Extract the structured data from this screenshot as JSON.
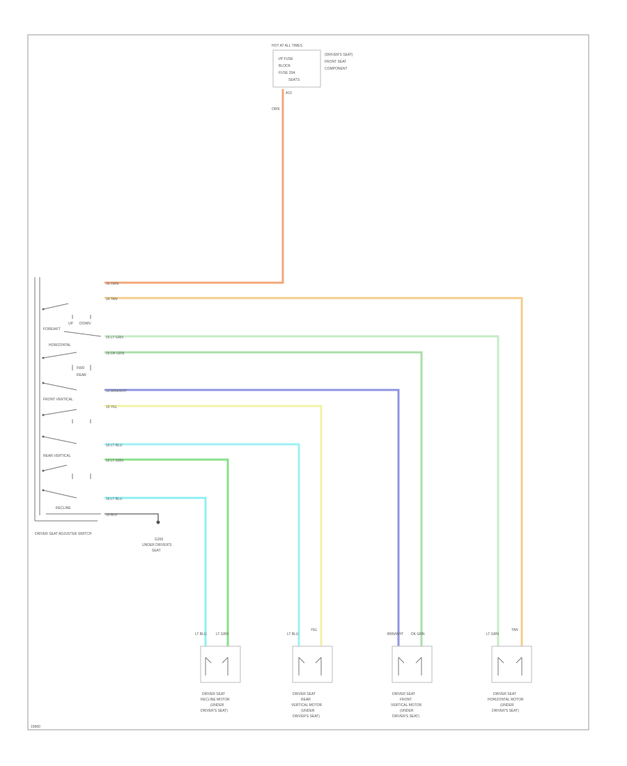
{
  "fuse_block": {
    "header": "HOT AT ALL TIMES",
    "lines": [
      "I/P FUSE",
      "BLOCK",
      "FUSE 20A",
      "SEATS"
    ],
    "notes": [
      "(DRIVER'S SEAT)",
      "FRONT SEAT",
      "COMPONENT"
    ],
    "terminal": "A10",
    "wire": "ORN"
  },
  "wires": [
    {
      "label": "16 ORN",
      "color": "#f4a77a"
    },
    {
      "label": "16 TAN",
      "color": "#f3cd8c"
    },
    {
      "label": "16 LT GRN",
      "color": "#c6ecc6"
    },
    {
      "label": "16 DK GRN",
      "color": "#a9dfa9"
    },
    {
      "label": "16 BRN/WHT",
      "color": "#8f96df"
    },
    {
      "label": "16 YEL",
      "color": "#f2f2a8"
    },
    {
      "label": "16 LT BLU",
      "color": "#9ff0f5"
    },
    {
      "label": "16 LT GRN",
      "color": "#88e088"
    },
    {
      "label": "16 LT BLU",
      "color": "#8ff0f2"
    },
    {
      "label": "16 BLK",
      "color": "#777777"
    }
  ],
  "switch": {
    "title": "DRIVER SEAT ADJUSTER SWITCH",
    "labels": [
      "FORE/AFT",
      "HORIZONTAL",
      "FRONT VERTICAL",
      "REAR VERTICAL",
      "RECLINE"
    ],
    "contact_labels": [
      "UP",
      "DOWN",
      "FWD",
      "REAR"
    ]
  },
  "ground": {
    "lines": [
      "G200",
      "UNDER DRIVER'S",
      "SEAT"
    ]
  },
  "motors": [
    {
      "lines": [
        "DRIVER SEAT",
        "RECLINE MOTOR",
        "(UNDER",
        "DRIVER'S SEAT)"
      ],
      "wires": [
        "LT BLU",
        "LT GRN"
      ]
    },
    {
      "lines": [
        "DRIVER SEAT",
        "REAR",
        "VERTICAL MOTOR",
        "(UNDER",
        "DRIVER'S SEAT)"
      ],
      "wires": [
        "LT BLU",
        "YEL"
      ]
    },
    {
      "lines": [
        "DRIVER SEAT",
        "FRONT",
        "VERTICAL MOTOR",
        "(UNDER",
        "DRIVER'S SEAT)"
      ],
      "wires": [
        "BRN/WHT",
        "DK GRN"
      ]
    },
    {
      "lines": [
        "DRIVER SEAT",
        "HORIZONTAL MOTOR",
        "(UNDER",
        "DRIVER'S SEAT)"
      ],
      "wires": [
        "LT GRN",
        "TAN"
      ]
    }
  ],
  "footer": "15860"
}
